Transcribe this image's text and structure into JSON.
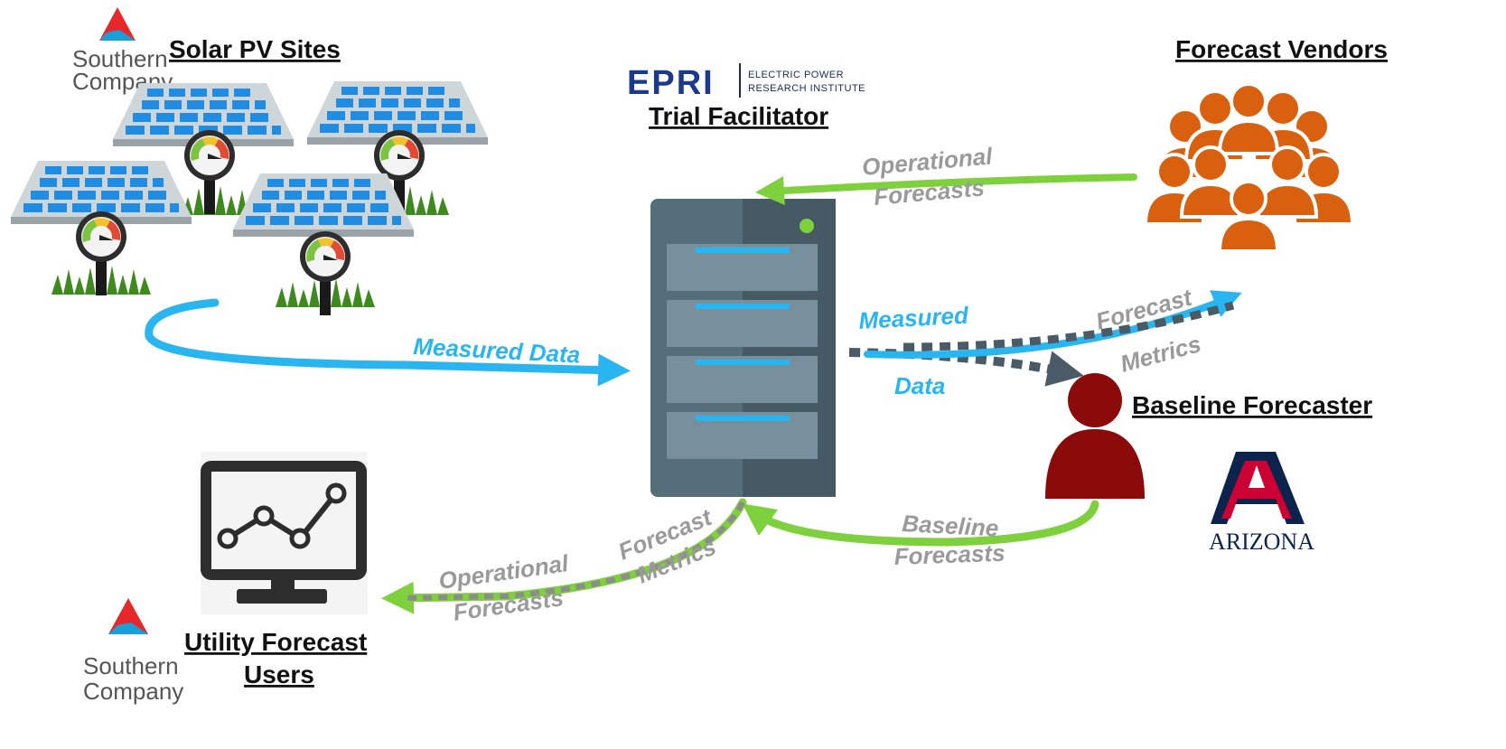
{
  "nodes": {
    "solar_sites": {
      "title": "Solar PV Sites"
    },
    "trial_facilitator": {
      "title": "Trial Facilitator"
    },
    "forecast_vendors": {
      "title": "Forecast Vendors"
    },
    "baseline_forecaster": {
      "title": "Baseline Forecaster"
    },
    "utility_users": {
      "title_line1": "Utility Forecast",
      "title_line2": "Users"
    }
  },
  "logos": {
    "southern_top": {
      "line1": "Southern",
      "line2": "Company"
    },
    "southern_bottom": {
      "line1": "Southern",
      "line2": "Company"
    },
    "epri": {
      "wordmark": "EPRI",
      "line1": "ELECTRIC POWER",
      "line2": "RESEARCH INSTITUTE"
    },
    "arizona": {
      "name": "ARIZONA"
    }
  },
  "flows": {
    "measured_data_in": {
      "label": "Measured Data"
    },
    "operational_forecasts_in": {
      "line1": "Operational",
      "line2": "Forecasts"
    },
    "measured_data_out": {
      "line1": "Measured",
      "line2": "Data"
    },
    "forecast_metrics_vendors": {
      "line1": "Forecast",
      "line2": "Metrics"
    },
    "baseline_forecasts": {
      "line1": "Baseline",
      "line2": "Forecasts"
    },
    "operational_forecasts_out": {
      "line1": "Operational",
      "line2": "Forecasts"
    },
    "forecast_metrics_users": {
      "line1": "Forecast",
      "line2": "Metrics"
    }
  },
  "colors": {
    "blue_flow": "#29b6f0",
    "green_flow": "#7ed03c",
    "dark_flow": "#4a5a66",
    "gray_flow": "#8c8c8c",
    "vendor_orange": "#d9600e",
    "baseline_red": "#8b0a0a",
    "server_body": "#546e7a"
  }
}
